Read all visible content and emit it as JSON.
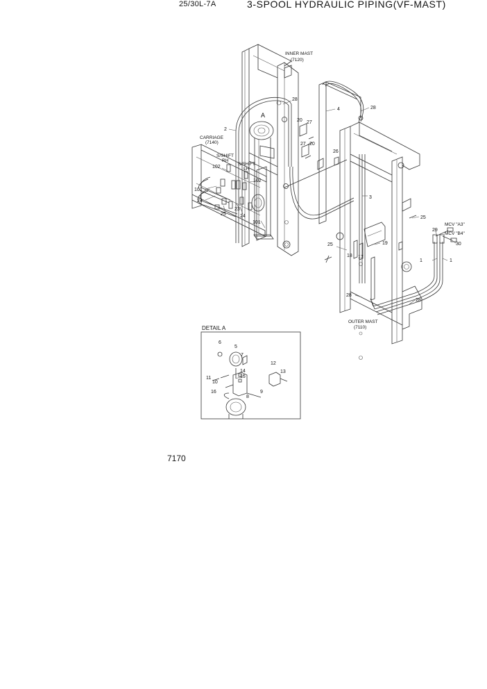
{
  "header": {
    "model": "25/30L-7A",
    "title": "3-SPOOL HYDRAULIC PIPING(VF-MAST)"
  },
  "page_number": "7170",
  "assemblies": {
    "inner_mast": "INNER MAST",
    "inner_mast_code": "(7120)",
    "carriage": "CARRIAGE",
    "carriage_code": "(7140)",
    "outer_mast": "OUTER MAST",
    "outer_mast_code": "(7110)",
    "sshift_rh_1": "S/SHIFT",
    "sshift_rh_2": "RH",
    "sshift_lh_1": "S/SHIFT",
    "sshift_lh_2": "LH",
    "mcv_a3": "MCV \"A3\"",
    "mcv_b4": "MCV \"B4\""
  },
  "detail": {
    "title": "DETAIL A",
    "marker": "A"
  },
  "callouts": {
    "c1a": "1",
    "c1b": "1",
    "c2": "2",
    "c3": "3",
    "c4": "4",
    "c5": "5",
    "c6": "6",
    "c7": "7",
    "c8": "8",
    "c9": "9",
    "c10": "10",
    "c11": "11",
    "c12": "12",
    "c13": "13",
    "c14": "14",
    "c15": "15",
    "c16": "16",
    "c17": "17",
    "c18": "18",
    "c19": "19",
    "c20a": "20",
    "c20b": "20",
    "c23": "23",
    "c24a": "24",
    "c24b": "24",
    "c25a": "25",
    "c25b": "25",
    "c25c": "25",
    "c26": "26",
    "c27a": "27",
    "c27b": "27",
    "c28a": "28",
    "c28b": "28",
    "c28c": "28",
    "c28d": "28",
    "c29": "29",
    "c30": "30",
    "c101a": "101",
    "c101b": "101",
    "c102a": "102",
    "c102b": "102"
  }
}
